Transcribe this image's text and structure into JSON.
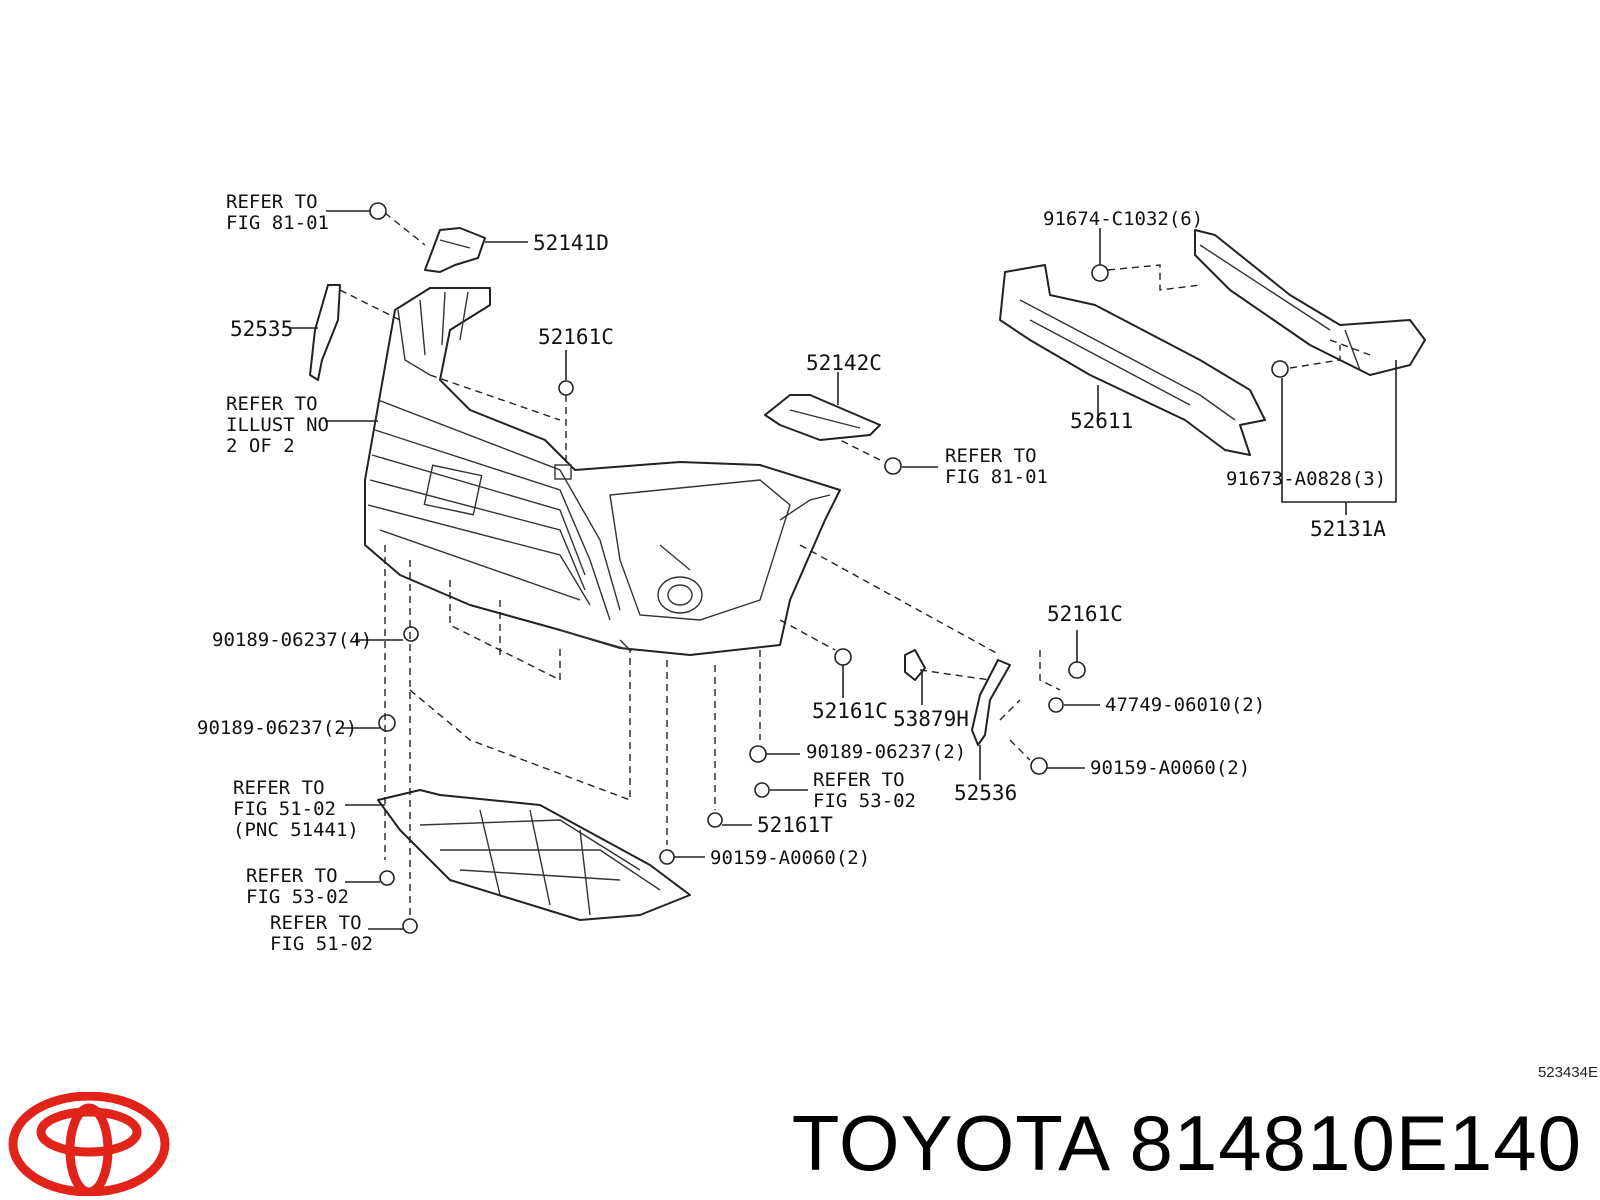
{
  "callouts": {
    "refer_81_01_top": [
      "REFER TO",
      "FIG 81-01"
    ],
    "p52141D": "52141D",
    "p52535": "52535",
    "refer_illust": [
      "REFER TO",
      "ILLUST NO",
      "2 OF 2"
    ],
    "p52161C_a": "52161C",
    "p52142C": "52142C",
    "refer_81_01_mid": [
      "REFER TO",
      "FIG 81-01"
    ],
    "p91674": "91674-C1032(6)",
    "p52611": "52611",
    "p91673": "91673-A0828(3)",
    "p52131A": "52131A",
    "p52161C_b": "52161C",
    "p90189_4": "90189-06237(4)",
    "p52161C_c": "52161C",
    "p53879H": "53879H",
    "p47749": "47749-06010(2)",
    "p90189_2a": "90189-06237(2)",
    "p90189_2b": "90189-06237(2)",
    "p90159_r": "90159-A0060(2)",
    "refer_53_02_mid": [
      "REFER TO",
      "FIG 53-02"
    ],
    "p52536": "52536",
    "refer_51_02_pnc": [
      "REFER TO",
      "FIG 51-02",
      "(PNC 51441)"
    ],
    "p52161T": "52161T",
    "p90159_b": "90159-A0060(2)",
    "refer_53_02_low": [
      "REFER TO",
      "FIG 53-02"
    ],
    "refer_51_02_low": [
      "REFER TO",
      "FIG 51-02"
    ]
  },
  "diagram_id": "523434E",
  "brand": "TOYOTA",
  "part_number": "814810E140",
  "colors": {
    "logo_red": "#e2231a",
    "ink": "#111111"
  },
  "icons": {
    "logo": "toyota-logo-icon"
  }
}
